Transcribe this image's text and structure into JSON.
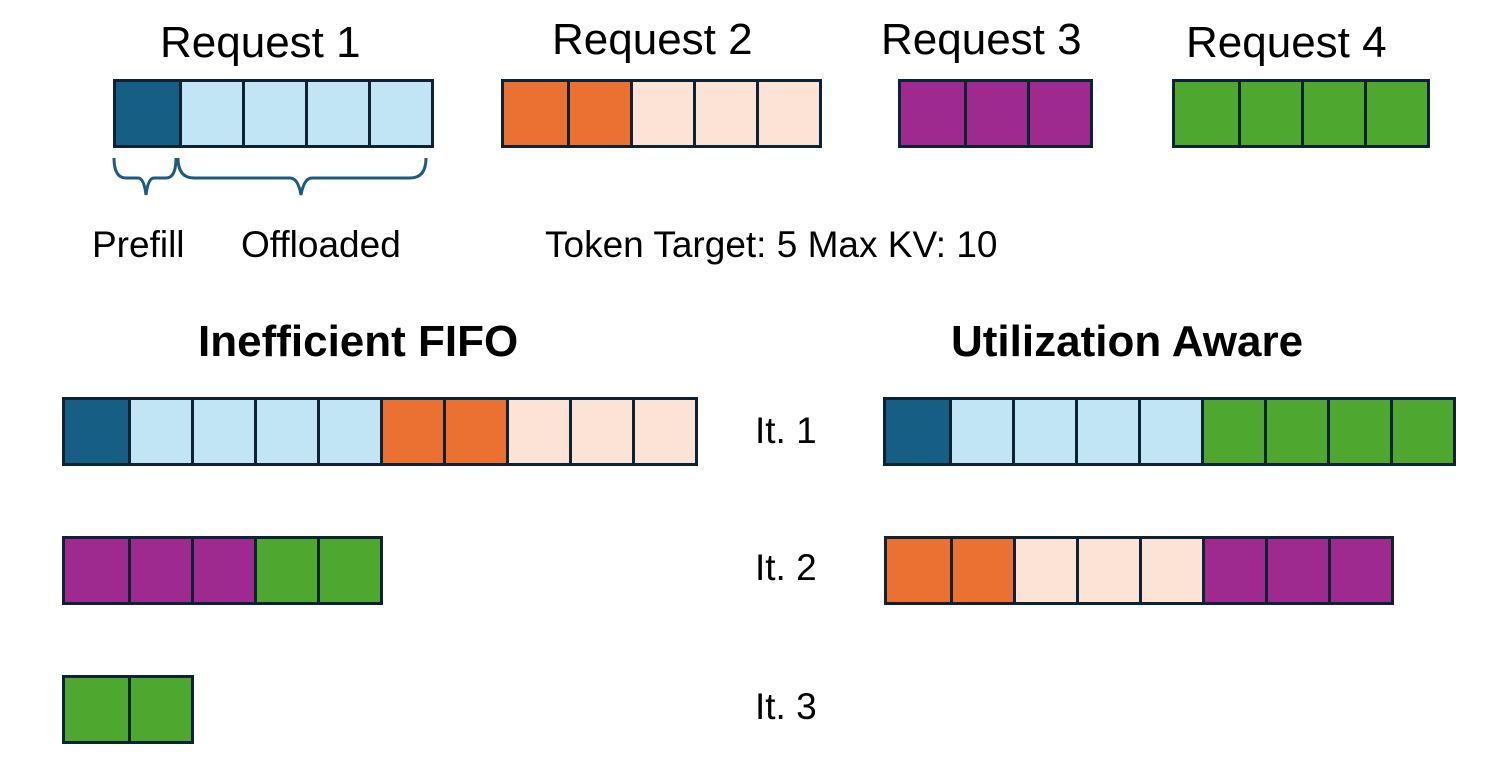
{
  "colors": {
    "prefill_blue": "#165e83",
    "offload_blue": "#c2e5f6",
    "prefill_orange": "#eb7133",
    "offload_orange": "#fde3d6",
    "purple": "#9e2a8f",
    "green": "#4ea72e",
    "brace": "#1b5b7e"
  },
  "requests": [
    {
      "label": "Request 1",
      "cells": [
        "prefill_blue",
        "offload_blue",
        "offload_blue",
        "offload_blue",
        "offload_blue"
      ]
    },
    {
      "label": "Request 2",
      "cells": [
        "prefill_orange",
        "prefill_orange",
        "offload_orange",
        "offload_orange",
        "offload_orange"
      ]
    },
    {
      "label": "Request 3",
      "cells": [
        "purple",
        "purple",
        "purple"
      ]
    },
    {
      "label": "Request 4",
      "cells": [
        "green",
        "green",
        "green",
        "green"
      ]
    }
  ],
  "legend": {
    "prefill": "Prefill",
    "offloaded": "Offloaded"
  },
  "params_text": "Token Target: 5 Max KV: 10",
  "fifo": {
    "title": "Inefficient FIFO",
    "rows": [
      [
        "prefill_blue",
        "offload_blue",
        "offload_blue",
        "offload_blue",
        "offload_blue",
        "prefill_orange",
        "prefill_orange",
        "offload_orange",
        "offload_orange",
        "offload_orange"
      ],
      [
        "purple",
        "purple",
        "purple",
        "green",
        "green"
      ],
      [
        "green",
        "green"
      ]
    ]
  },
  "aware": {
    "title": "Utilization Aware",
    "rows": [
      [
        "prefill_blue",
        "offload_blue",
        "offload_blue",
        "offload_blue",
        "offload_blue",
        "green",
        "green",
        "green",
        "green"
      ],
      [
        "prefill_orange",
        "prefill_orange",
        "offload_orange",
        "offload_orange",
        "offload_orange",
        "purple",
        "purple",
        "purple"
      ]
    ]
  },
  "iterations": [
    "It. 1",
    "It. 2",
    "It. 3"
  ]
}
